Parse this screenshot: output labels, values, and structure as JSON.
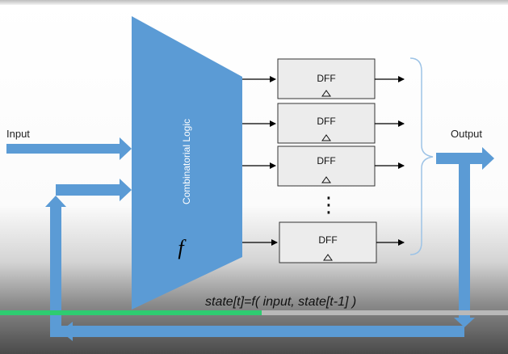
{
  "labels": {
    "input": "Input",
    "output": "Output",
    "logic": "Combinatorial Logic",
    "func": "f",
    "equation": "state[t]=f( input, state[t-1] )",
    "ellipsis": "⋮"
  },
  "flipflops": [
    "DFF",
    "DFF",
    "DFF",
    "DFF"
  ],
  "colors": {
    "accent": "#5b9bd5",
    "dff_fill": "#ececec",
    "dff_border": "#333333",
    "progress": "#2ecc71"
  },
  "video_progress": 0.515
}
